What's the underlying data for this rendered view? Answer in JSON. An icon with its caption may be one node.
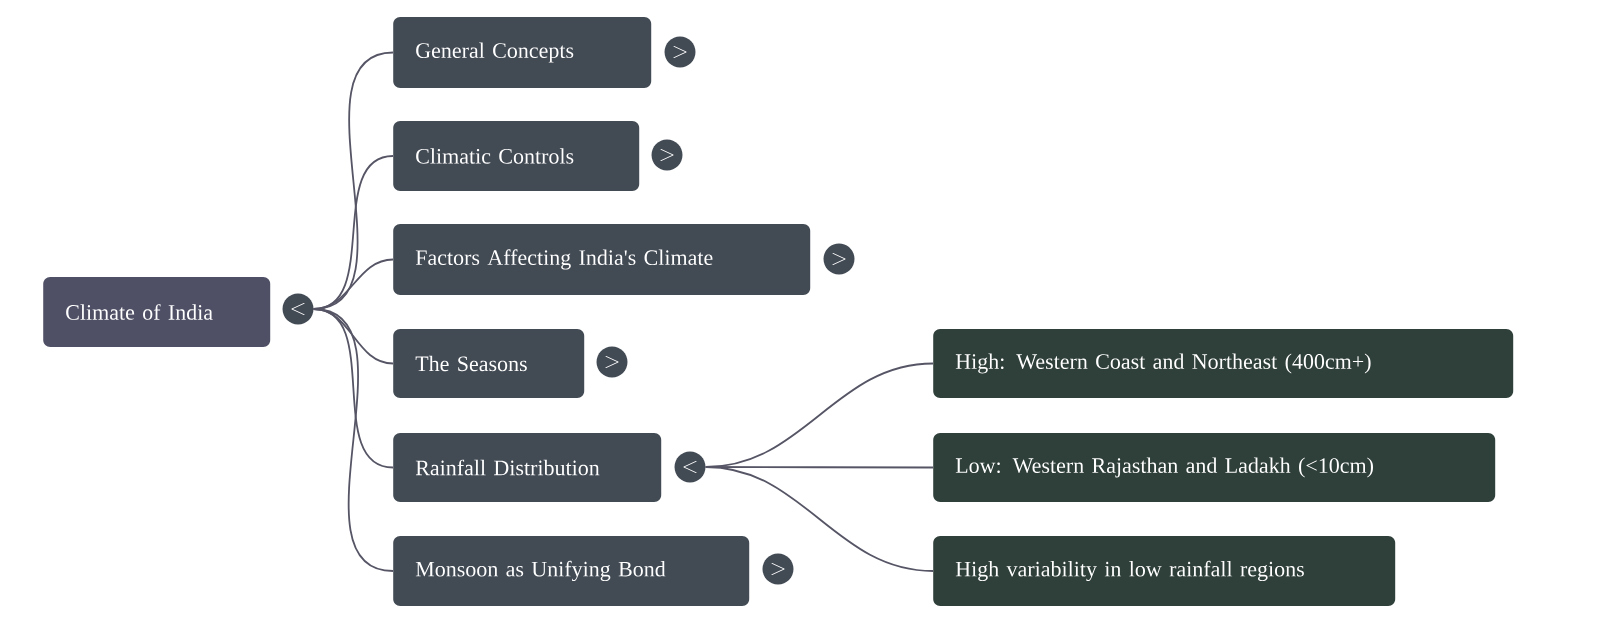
{
  "diagram": {
    "nodes": [
      {
        "text": [
          "Climate of India"
        ]
      },
      {
        "text": [
          "<"
        ]
      },
      {
        "text": [
          "General Concepts"
        ]
      },
      {
        "text": [
          ">"
        ]
      },
      {
        "text": [
          "Climatic Controls"
        ]
      },
      {
        "text": [
          ">"
        ]
      },
      {
        "text": [
          "Factors Affecting India's Climate"
        ]
      },
      {
        "text": [
          ">"
        ]
      },
      {
        "text": [
          "The Seasons"
        ]
      },
      {
        "text": [
          ">"
        ]
      },
      {
        "text": [
          "Rainfall Distribution"
        ]
      },
      {
        "text": [
          "<"
        ]
      },
      {
        "text": [
          "High: Western Coast and Northeast (400cm+)"
        ]
      },
      {
        "text": [
          "Low: Western Rajasthan and Ladakh (<10cm)"
        ]
      },
      {
        "text": [
          "High variability in low rainfall regions"
        ]
      },
      {
        "text": [
          "Monsoon as Unifying Bond"
        ]
      },
      {
        "text": [
          ">"
        ]
      }
    ],
    "edges": [
      {
        "from": 1,
        "to": 2,
        "arrow": "none"
      },
      {
        "from": 1,
        "to": 4,
        "arrow": "none"
      },
      {
        "from": 1,
        "to": 6,
        "arrow": "none"
      },
      {
        "from": 1,
        "to": 8,
        "arrow": "none"
      },
      {
        "from": 1,
        "to": 10,
        "arrow": "none"
      },
      {
        "from": 1,
        "to": 15,
        "arrow": "none"
      },
      {
        "from": 11,
        "to": 12,
        "arrow": "none"
      },
      {
        "from": 11,
        "to": 13,
        "arrow": "none"
      },
      {
        "from": 11,
        "to": 14,
        "arrow": "none"
      }
    ]
  }
}
